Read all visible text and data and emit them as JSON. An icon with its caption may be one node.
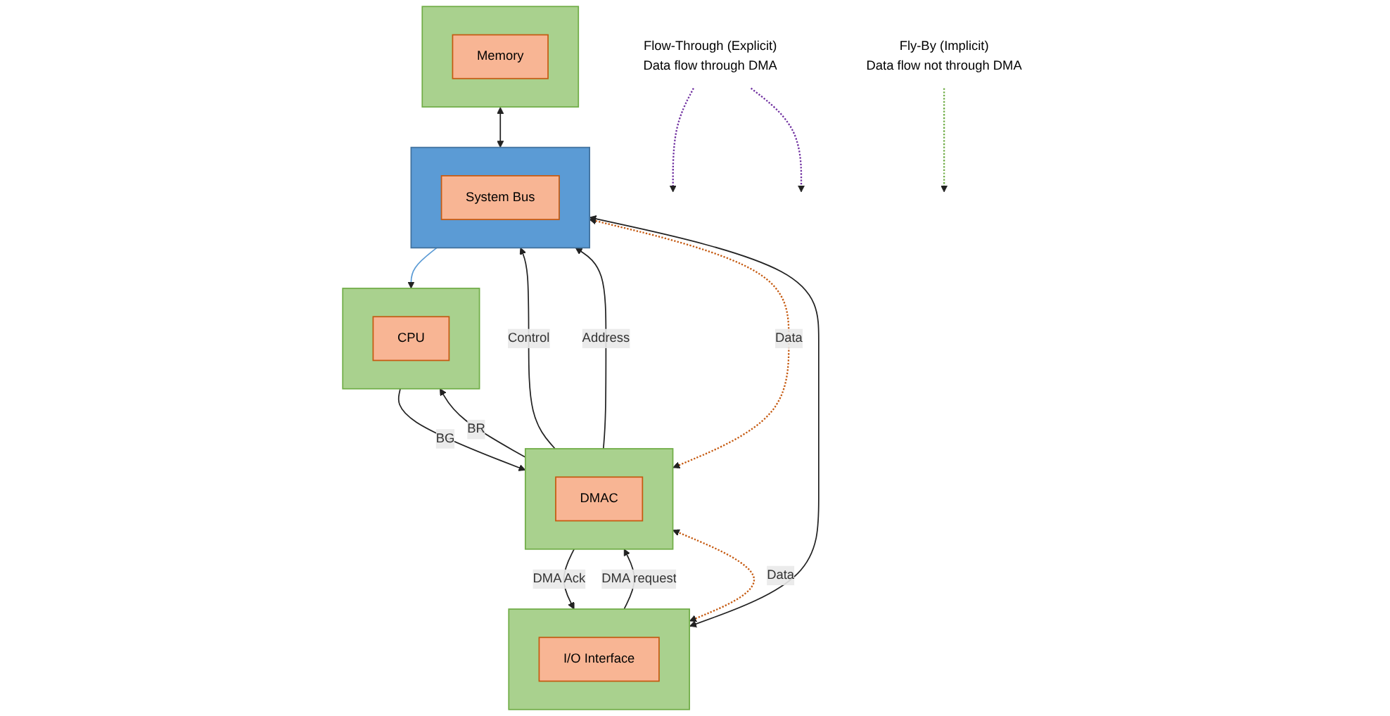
{
  "diagram": {
    "nodes": [
      {
        "text": [],
        "shape": "box"
      },
      {
        "text": [
          "I/O Interface"
        ],
        "in": 0
      },
      {
        "text": [],
        "shape": "box"
      },
      {
        "text": [
          "CPU"
        ],
        "in": 2
      },
      {
        "text": [],
        "shape": "box"
      },
      {
        "text": [
          "Memory"
        ],
        "in": 4
      },
      {
        "text": [],
        "shape": "box"
      },
      {
        "text": [
          "DMAC"
        ],
        "in": 6
      },
      {
        "text": [],
        "shape": "arrow"
      },
      {
        "text": [
          "System Bus"
        ],
        "in": 8
      },
      {
        "text": [
          "Flow-Through (Explicit)",
          "Data flow through DMA"
        ]
      },
      {
        "text": [
          "Fly-By (Implicit)",
          "Data flow not through DMA"
        ]
      }
    ],
    "edges": [
      {
        "from": 2,
        "to": 6,
        "label": "BG",
        "arrow": "to"
      },
      {
        "from": 6,
        "to": 2,
        "label": "BR",
        "arrow": "to"
      },
      {
        "from": 6,
        "to": 0,
        "label": "DMA Ack",
        "arrow": "to"
      },
      {
        "from": 0,
        "to": 6,
        "label": "DMA request",
        "arrow": "to"
      },
      {
        "from": 0,
        "to": 6,
        "label": "Data",
        "arrow": "both",
        "style": "dashed",
        "color": "#c55a11"
      },
      {
        "from": 6,
        "to": 8,
        "label": "Control",
        "arrow": "to"
      },
      {
        "from": 6,
        "to": 8,
        "label": "Address",
        "arrow": "to"
      },
      {
        "from": 6,
        "to": 8,
        "label": "Data",
        "arrow": "both",
        "style": "dashed",
        "color": "#c55a11"
      },
      {
        "from": 0,
        "to": 8,
        "arrow": "both"
      },
      {
        "from": 4,
        "to": 8,
        "arrow": "both"
      },
      {
        "from": 8,
        "to": 2,
        "arrow": "to",
        "color": "#5b9bd5"
      },
      {
        "from": 10,
        "to": null,
        "arrow": "to",
        "style": "dashed",
        "color": "#7030a0"
      },
      {
        "from": 10,
        "to": null,
        "arrow": "to",
        "style": "dashed",
        "color": "#7030a0"
      },
      {
        "from": 11,
        "to": null,
        "arrow": "to",
        "style": "dashed",
        "color": "#70ad47"
      }
    ]
  }
}
